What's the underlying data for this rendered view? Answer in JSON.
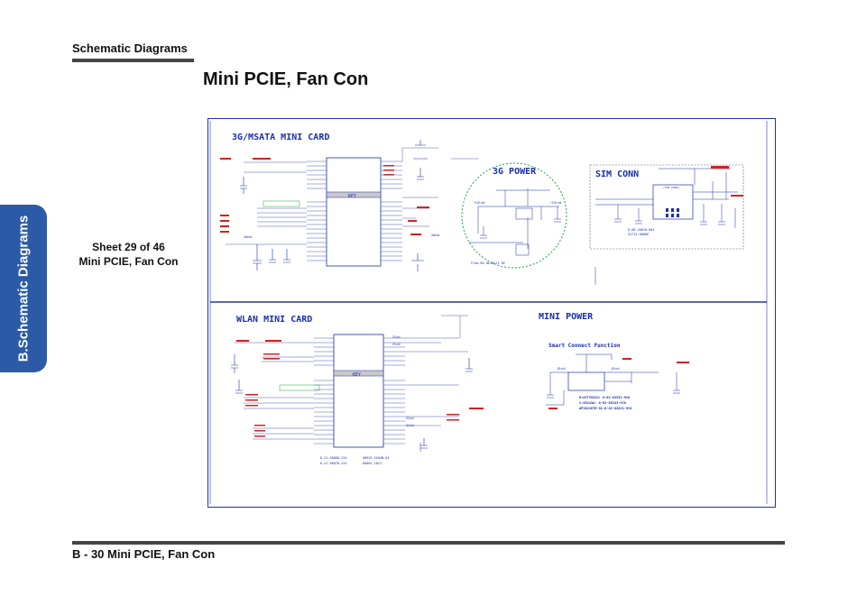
{
  "header": {
    "label": "Schematic  Diagrams"
  },
  "page_title": "Mini PCIE, Fan Con",
  "side_tab": {
    "label": "B.Schematic Diagrams",
    "color": "#2b5aa6"
  },
  "sheet_info": {
    "line1": "Sheet 29 of 46",
    "line2": "Mini PCIE, Fan Con"
  },
  "schematic": {
    "sections": {
      "mini_card_3g": "3G/MSATA  MINI CARD",
      "power_3g": "3G POWER",
      "sim_conn": "SIM CONN",
      "wlan_mini_card": "WLAN MINI CARD",
      "mini_power": "MINI POWER",
      "smart_connect": "Smart Connect Function"
    },
    "notes": {
      "key_top": "KEY",
      "key_bottom": "KEY",
      "rate_120": "+120 mil",
      "rate_120b": "+120 mil",
      "rate_40a": "40mils",
      "rate_40b": "40mils",
      "rate_20a": "20 mil",
      "rate_20b": "20 mil",
      "rate_20c": "20 mil",
      "rate_40c": "40 mil",
      "rate_80a": "80 mil",
      "rate_80b": "80 mil",
      "from_bs": "From BS default HI",
      "part_a": "6-21-96D00-224",
      "part_b": "6-21-96D70-224",
      "part_c": "98915-5204N-01",
      "part_d": "80001-1021",
      "sim_part": "6-88-28010-001",
      "sim_part2": "91712-0060P",
      "mosfet1": "M:NCT3522U: 6-02-03522-9C0",
      "mosfet2": "S:G5243A: 6-02-05243-9C0",
      "mosfet3": "AP2821KTR-G1:6-02-02821-9C0",
      "sim_topview": "(TOP VIEW)"
    }
  },
  "footer": {
    "label": "B - 30   Mini PCIE, Fan Con"
  },
  "colors": {
    "border": "#2233aa",
    "wire": "#1a2fa8",
    "net": "#d42020",
    "green": "#1fa83a",
    "rule": "#444444"
  }
}
